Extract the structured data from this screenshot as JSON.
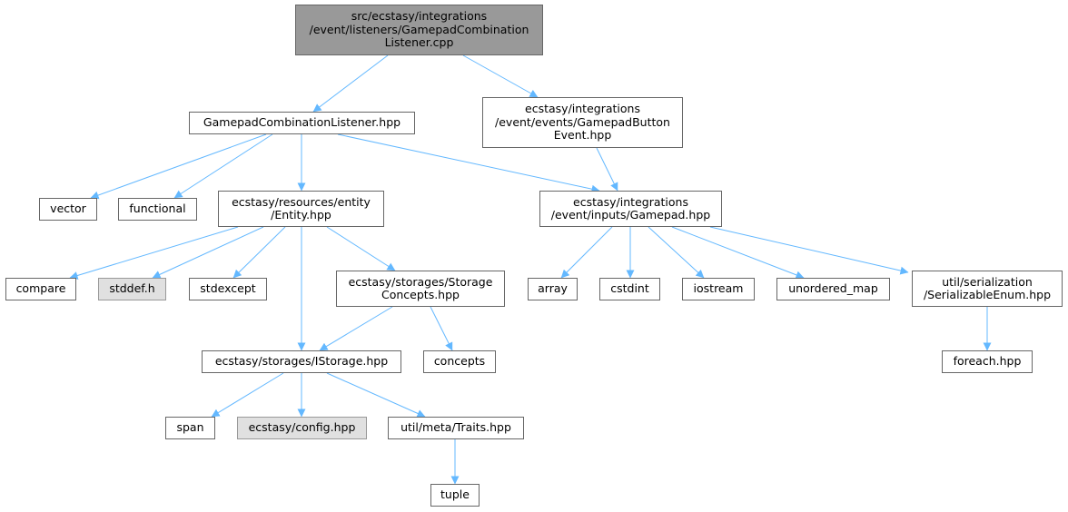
{
  "colors": {
    "edge": "#63b8ff",
    "node_border": "#666666",
    "root_fill": "#999999",
    "external_fill": "#e0e0e0",
    "external_border": "#999999"
  },
  "nodes": [
    {
      "id": "root",
      "label": "src/ecstasy/integrations\n/event/listeners/GamepadCombination\nListener.cpp",
      "kind": "root"
    },
    {
      "id": "gcl",
      "label": "GamepadCombinationListener.hpp",
      "kind": "normal"
    },
    {
      "id": "gbe",
      "label": "ecstasy/integrations\n/event/events/GamepadButton\nEvent.hpp",
      "kind": "normal"
    },
    {
      "id": "vector",
      "label": "vector",
      "kind": "normal"
    },
    {
      "id": "functional",
      "label": "functional",
      "kind": "normal"
    },
    {
      "id": "entity",
      "label": "ecstasy/resources/entity\n/Entity.hpp",
      "kind": "normal"
    },
    {
      "id": "gamepad",
      "label": "ecstasy/integrations\n/event/inputs/Gamepad.hpp",
      "kind": "normal"
    },
    {
      "id": "compare",
      "label": "compare",
      "kind": "normal"
    },
    {
      "id": "stddef",
      "label": "stddef.h",
      "kind": "external"
    },
    {
      "id": "stdexcept",
      "label": "stdexcept",
      "kind": "normal"
    },
    {
      "id": "storconc",
      "label": "ecstasy/storages/Storage\nConcepts.hpp",
      "kind": "normal"
    },
    {
      "id": "array",
      "label": "array",
      "kind": "normal"
    },
    {
      "id": "cstdint",
      "label": "cstdint",
      "kind": "normal"
    },
    {
      "id": "iostream",
      "label": "iostream",
      "kind": "normal"
    },
    {
      "id": "umap",
      "label": "unordered_map",
      "kind": "normal"
    },
    {
      "id": "serenum",
      "label": "util/serialization\n/SerializableEnum.hpp",
      "kind": "normal"
    },
    {
      "id": "istorage",
      "label": "ecstasy/storages/IStorage.hpp",
      "kind": "normal"
    },
    {
      "id": "concepts",
      "label": "concepts",
      "kind": "normal"
    },
    {
      "id": "foreach",
      "label": "foreach.hpp",
      "kind": "normal"
    },
    {
      "id": "span",
      "label": "span",
      "kind": "normal"
    },
    {
      "id": "config",
      "label": "ecstasy/config.hpp",
      "kind": "external"
    },
    {
      "id": "traits",
      "label": "util/meta/Traits.hpp",
      "kind": "normal"
    },
    {
      "id": "tuple",
      "label": "tuple",
      "kind": "normal"
    }
  ],
  "edges": [
    {
      "from": "root",
      "to": "gcl"
    },
    {
      "from": "root",
      "to": "gbe"
    },
    {
      "from": "gcl",
      "to": "vector"
    },
    {
      "from": "gcl",
      "to": "functional"
    },
    {
      "from": "gcl",
      "to": "entity"
    },
    {
      "from": "gcl",
      "to": "gamepad"
    },
    {
      "from": "gbe",
      "to": "gamepad"
    },
    {
      "from": "entity",
      "to": "compare"
    },
    {
      "from": "entity",
      "to": "stddef"
    },
    {
      "from": "entity",
      "to": "stdexcept"
    },
    {
      "from": "entity",
      "to": "istorage"
    },
    {
      "from": "entity",
      "to": "storconc"
    },
    {
      "from": "gamepad",
      "to": "array"
    },
    {
      "from": "gamepad",
      "to": "cstdint"
    },
    {
      "from": "gamepad",
      "to": "iostream"
    },
    {
      "from": "gamepad",
      "to": "umap"
    },
    {
      "from": "gamepad",
      "to": "serenum"
    },
    {
      "from": "storconc",
      "to": "istorage"
    },
    {
      "from": "storconc",
      "to": "concepts"
    },
    {
      "from": "serenum",
      "to": "foreach"
    },
    {
      "from": "istorage",
      "to": "span"
    },
    {
      "from": "istorage",
      "to": "config"
    },
    {
      "from": "istorage",
      "to": "traits"
    },
    {
      "from": "traits",
      "to": "tuple"
    }
  ]
}
